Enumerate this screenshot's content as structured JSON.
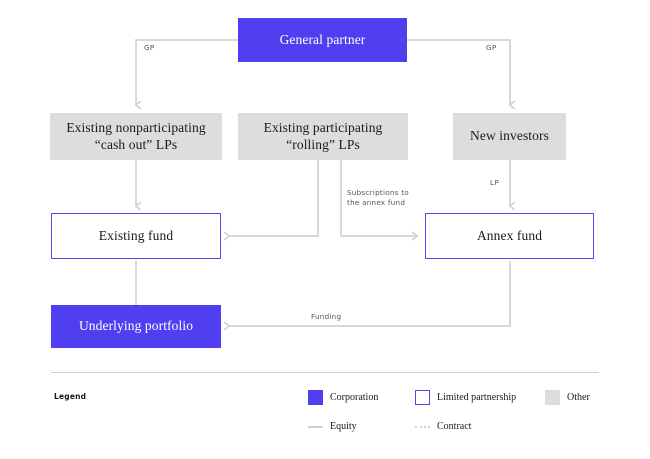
{
  "diagram": {
    "nodes": [
      {
        "id": "general-partner",
        "label": "General partner",
        "type": "corporation"
      },
      {
        "id": "existing-nonparticipating-lps",
        "label": "Existing nonparticipating\n“cash out” LPs",
        "type": "other"
      },
      {
        "id": "existing-participating-lps",
        "label": "Existing participating\n“rolling” LPs",
        "type": "other"
      },
      {
        "id": "new-investors",
        "label": "New investors",
        "type": "other"
      },
      {
        "id": "existing-fund",
        "label": "Existing fund",
        "type": "limited-partnership"
      },
      {
        "id": "annex-fund",
        "label": "Annex fund",
        "type": "limited-partnership"
      },
      {
        "id": "underlying-portfolio",
        "label": "Underlying portfolio",
        "type": "corporation"
      }
    ],
    "edge_labels": {
      "gp_left": "GP",
      "gp_right": "GP",
      "lp": "LP",
      "subscriptions": "Subscriptions to\nthe annex fund",
      "funding": "Funding"
    }
  },
  "legend": {
    "title": "Legend",
    "shapes": [
      {
        "key": "corporation",
        "label": "Corporation",
        "color": "#4f3ff0"
      },
      {
        "key": "limited-partnership",
        "label": "Limited partnership",
        "color": "#5a46f2"
      },
      {
        "key": "other",
        "label": "Other",
        "color": "#dcdcdc"
      }
    ],
    "lines": [
      {
        "key": "equity",
        "label": "Equity",
        "style": "solid",
        "color": "#cfcfcf"
      },
      {
        "key": "contract",
        "label": "Contract",
        "style": "dotted",
        "color": "#cfcfcf"
      }
    ]
  },
  "colors": {
    "accent": "#4f3ff0",
    "outline": "#5a46f2",
    "neutral_box": "#dddddd",
    "connector": "#d2d2d2",
    "background": "#ffffff"
  }
}
